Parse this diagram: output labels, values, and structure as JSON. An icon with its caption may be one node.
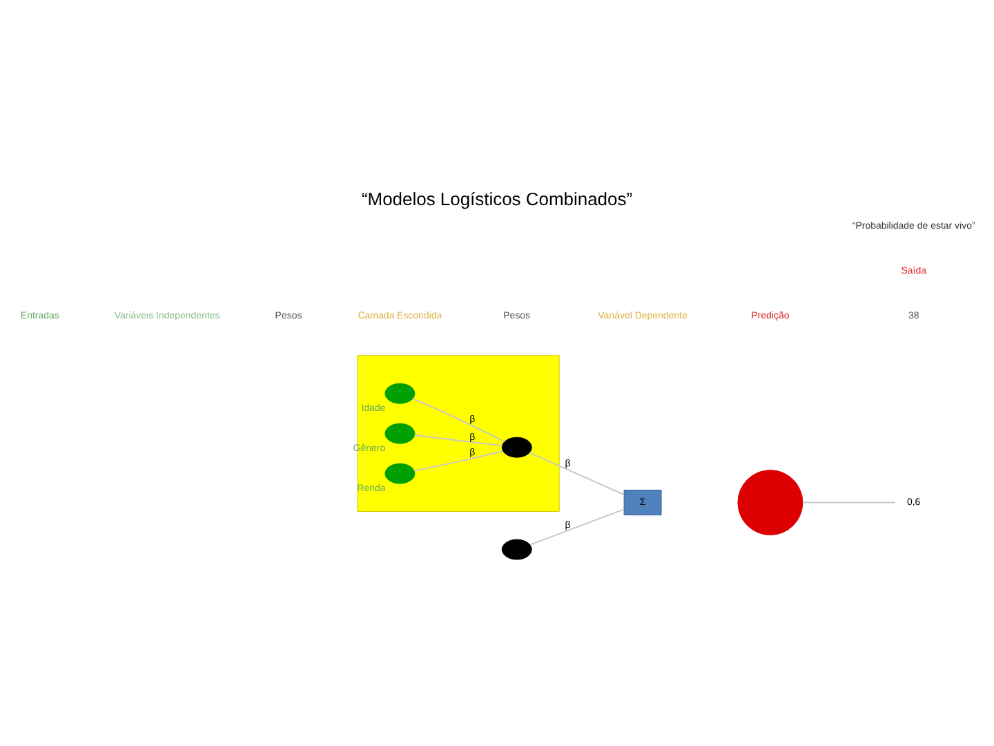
{
  "diagram": {
    "title": "“Modelos Logísticos Combinados”",
    "nodes": [
      {
        "text": [],
        "shape": "box"
      },
      {
        "text": [],
        "shape": "circle",
        "in": 0,
        "beside": [
          "Idade"
        ]
      },
      {
        "text": [],
        "shape": "circle",
        "in": 0,
        "beside": [
          "Gênero"
        ]
      },
      {
        "text": [],
        "shape": "circle",
        "in": 0,
        "beside": [
          "Renda"
        ]
      },
      {
        "text": [],
        "shape": "circle",
        "in": 0
      },
      {
        "text": [],
        "shape": "circle"
      },
      {
        "text": [
          "Σ"
        ]
      },
      {
        "text": [],
        "shape": "circle"
      },
      {
        "text": [
          "0,6"
        ]
      }
    ],
    "edges": [
      {
        "from": 1,
        "to": 4,
        "arrow": "none",
        "label": "β"
      },
      {
        "from": 2,
        "to": 4,
        "arrow": "none",
        "label": "β"
      },
      {
        "from": 3,
        "to": 4,
        "arrow": "none",
        "label": "β"
      },
      {
        "from": 4,
        "to": 6,
        "arrow": "none",
        "label": "β"
      },
      {
        "from": 5,
        "to": 6,
        "arrow": "none",
        "label": "β"
      },
      {
        "from": 7,
        "to": 8,
        "arrow": "none"
      }
    ],
    "labels": [
      "Entradas",
      "Saída",
      "“Probabilidade de estar vivo”",
      "Variáveis Independentes",
      "Pesos",
      "Camada Escondida",
      "Pesos",
      "Variável Dependente",
      "Predição",
      "38"
    ]
  }
}
